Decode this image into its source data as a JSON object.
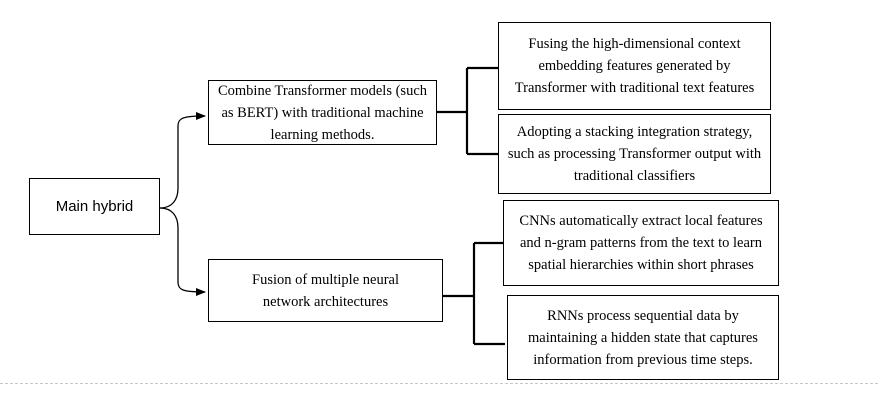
{
  "root": {
    "label": "Main hybrid"
  },
  "branches": [
    {
      "label": "Combine Transformer models (such as BERT) with traditional machine learning methods.",
      "children": [
        "Fusing the high-dimensional context embedding features generated by Transformer with traditional text features",
        "Adopting a stacking integration strategy, such as processing Transformer output with traditional classifiers"
      ]
    },
    {
      "label": "Fusion of multiple neural network architectures",
      "children": [
        "CNNs automatically extract local features and n-gram patterns from the text to learn spatial hierarchies within short phrases",
        "RNNs process sequential data by maintaining a hidden state that captures information from previous time steps."
      ]
    }
  ]
}
